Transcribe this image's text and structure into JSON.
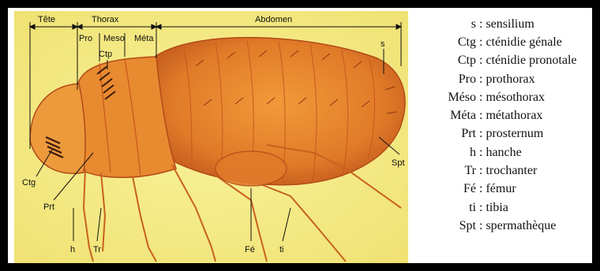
{
  "diagram": {
    "regions": {
      "head": "Tête",
      "thorax": "Thorax",
      "abdomen": "Abdomen"
    },
    "labels": {
      "pro": "Pro",
      "meso": "Meso",
      "meta": "Méta",
      "ctp": "Ctp",
      "s": "s",
      "spt": "Spt",
      "ctg": "Ctg",
      "prt": "Prt",
      "h": "h",
      "tr": "Tr",
      "fe": "Fé",
      "ti": "ti"
    },
    "colors": {
      "background": "#f7ef88",
      "body": "#e8822a",
      "body_dark": "#b5471a",
      "frame": "#000000"
    }
  },
  "legend": [
    {
      "abbr": "s",
      "desc": "sensilium"
    },
    {
      "abbr": "Ctg",
      "desc": "cténidie génale"
    },
    {
      "abbr": "Ctp",
      "desc": "cténidie pronotale"
    },
    {
      "abbr": "Pro",
      "desc": "prothorax"
    },
    {
      "abbr": "Méso",
      "desc": "mésothorax"
    },
    {
      "abbr": "Méta",
      "desc": "métathorax"
    },
    {
      "abbr": "Prt",
      "desc": "prosternum"
    },
    {
      "abbr": "h",
      "desc": "hanche"
    },
    {
      "abbr": "Tr",
      "desc": "trochanter"
    },
    {
      "abbr": "Fé",
      "desc": "fémur"
    },
    {
      "abbr": "ti",
      "desc": "tibia"
    },
    {
      "abbr": "Spt",
      "desc": "spermathèque"
    }
  ]
}
